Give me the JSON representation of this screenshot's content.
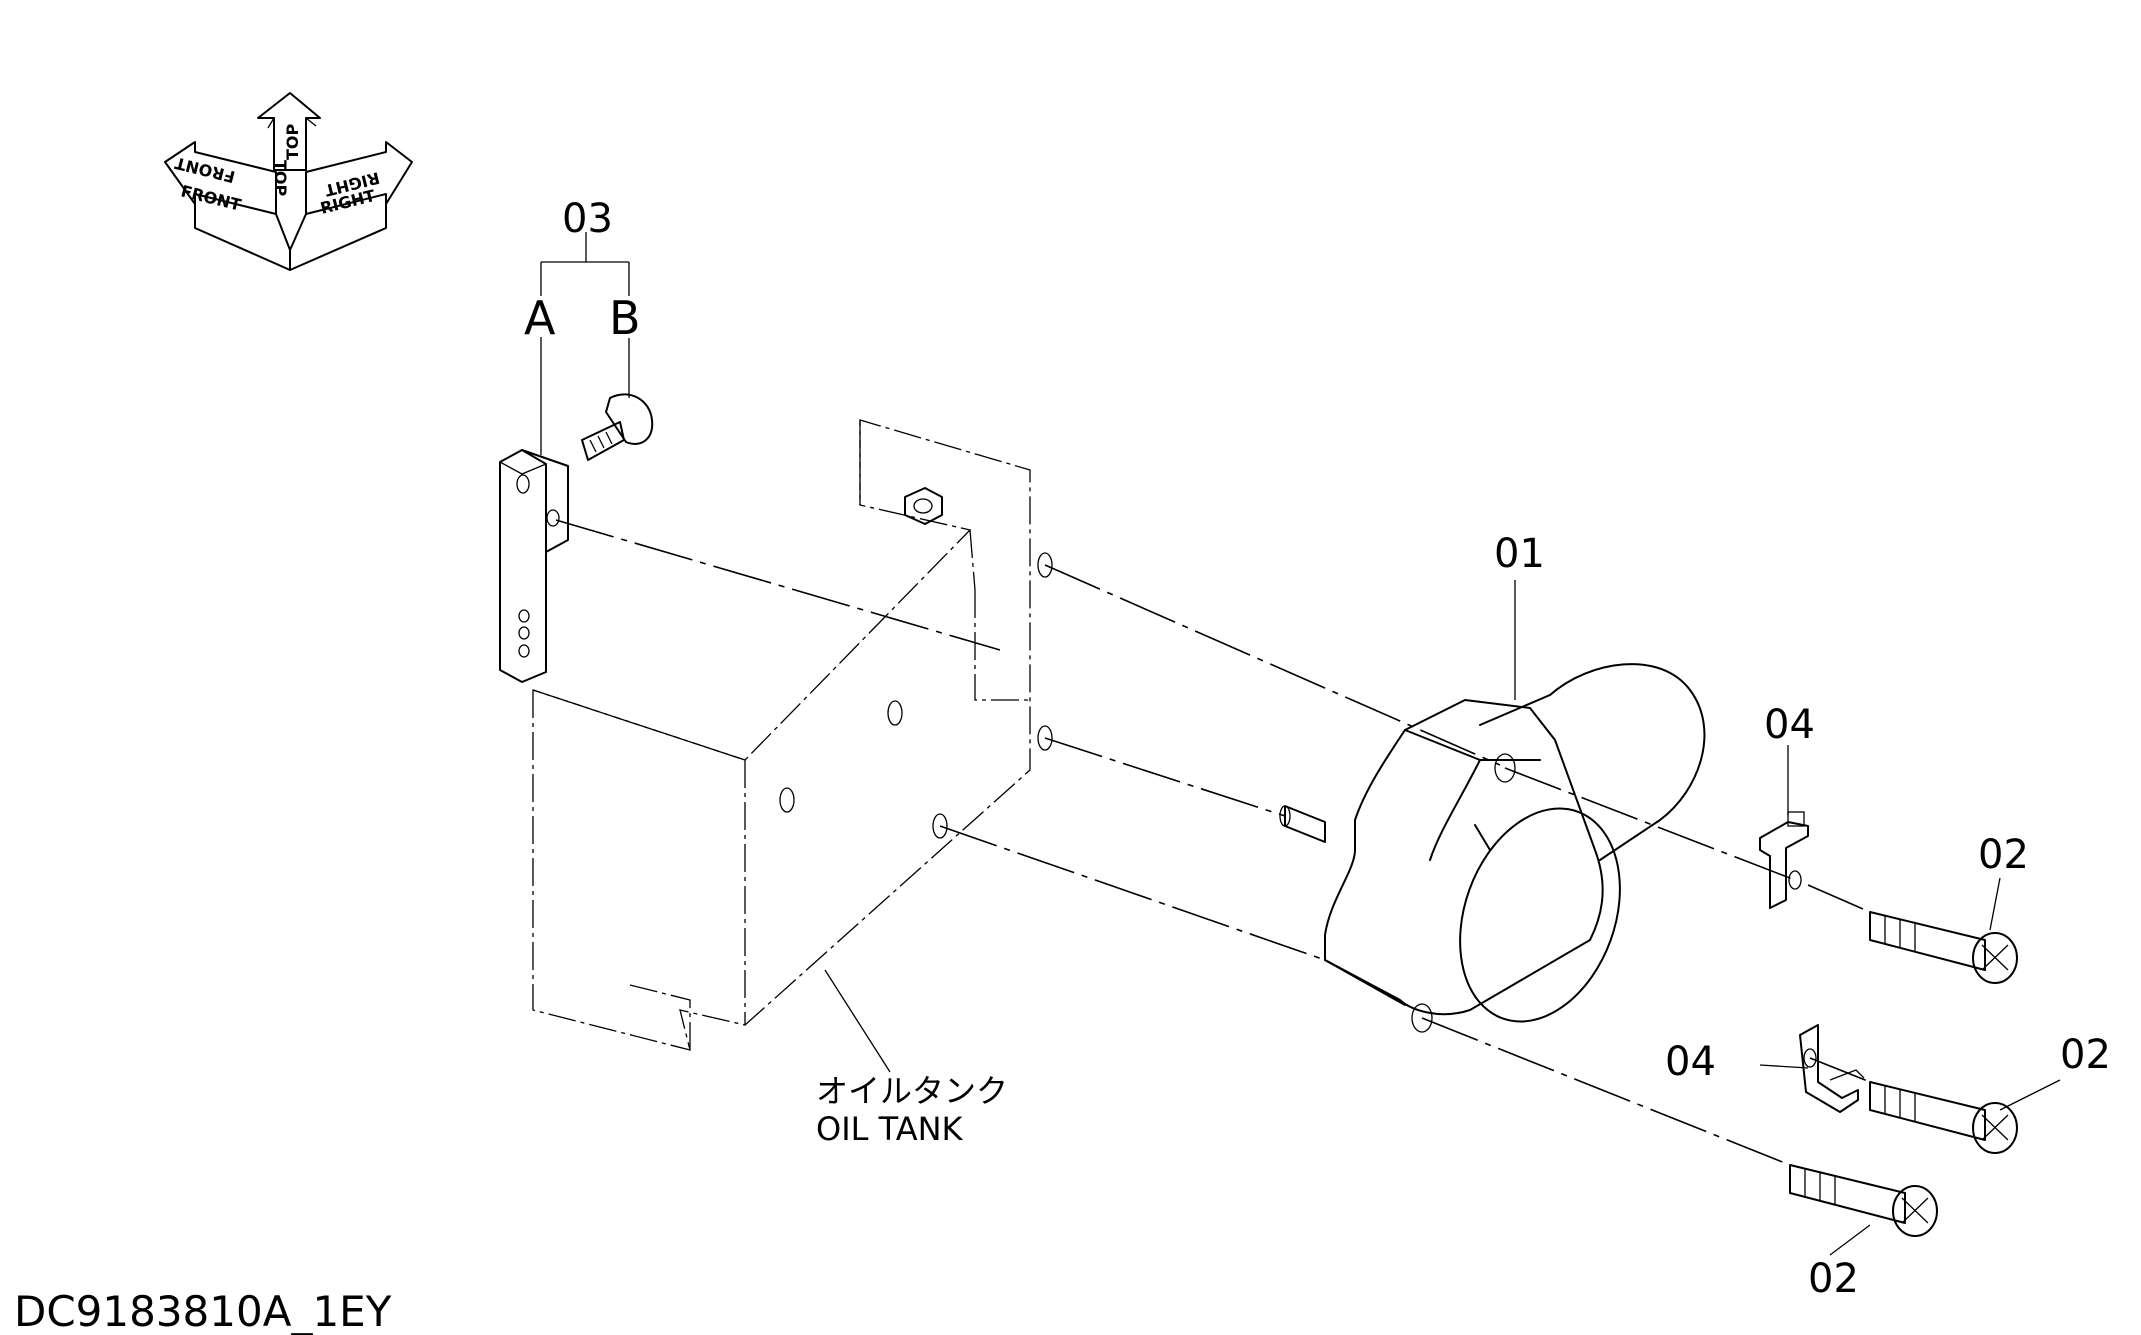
{
  "orientation": {
    "front": "FRONT",
    "top": "TOP",
    "right": "RIGHT",
    "front_mirror": "FRONT",
    "top_mirror": "TOP",
    "right_mirror": "RIGHT"
  },
  "callouts": {
    "p01": "01",
    "p02_a": "02",
    "p02_b": "02",
    "p02_c": "02",
    "p03": "03",
    "p03_a": "A",
    "p03_b": "B",
    "p04_a": "04",
    "p04_b": "04"
  },
  "reference": {
    "jp": "オイルタンク",
    "en": "OIL TANK"
  },
  "drawing_code": "DC9183810A_1EY",
  "icons": [
    "orientation-arrow-icon"
  ]
}
